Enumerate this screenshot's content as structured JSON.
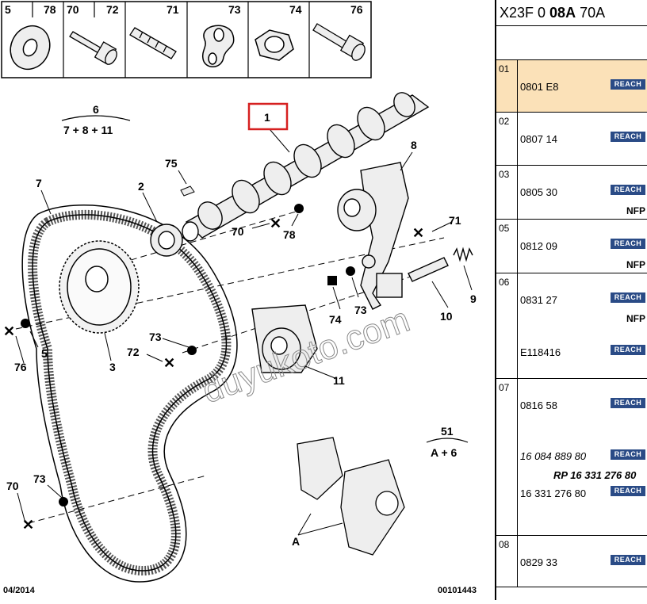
{
  "header": {
    "p1": "X23F 0 ",
    "p2": "08A",
    "p3": " 70A"
  },
  "top_parts": [
    "5",
    "78",
    "70",
    "72",
    "71",
    "73",
    "74",
    "76"
  ],
  "callouts": {
    "c1": "1",
    "c2": "2",
    "c3": "3",
    "c5": "5",
    "c6": "6",
    "c6f": "7 + 8 + 11",
    "c7": "7",
    "c8": "8",
    "c9": "9",
    "c10": "10",
    "c11": "11",
    "c51": "51",
    "c51f": "A + 6",
    "c70a": "70",
    "c70b": "70",
    "c71": "71",
    "c72": "72",
    "c73a": "73",
    "c73b": "73",
    "c73c": "73",
    "c74": "74",
    "c75": "75",
    "c76": "76",
    "c78": "78",
    "cA": "A"
  },
  "footer": {
    "date": "04/2014",
    "code": "00101443"
  },
  "watermark": "duyukoto.com",
  "reach_label": "REACH",
  "nfp_label": "NFP",
  "rows": [
    {
      "idx": "01",
      "ref": "0801 E8"
    },
    {
      "idx": "02",
      "ref": "0807 14"
    },
    {
      "idx": "03",
      "ref": "0805 30"
    },
    {
      "idx": "05",
      "ref": "0812 09"
    },
    {
      "idx": "06",
      "ref": "0831 27",
      "ref2": "E118416"
    },
    {
      "idx": "07",
      "ref": "0816 58",
      "ref_it": "16 084 889 80",
      "ref_bi": "RP 16 331 276 80",
      "ref3": "16 331 276 80"
    },
    {
      "idx": "08",
      "ref": "0829 33"
    }
  ],
  "colors": {
    "selected_row": "#fbe1b8",
    "reach_badge": "#2a4b86",
    "callout_box": "#d62020"
  }
}
